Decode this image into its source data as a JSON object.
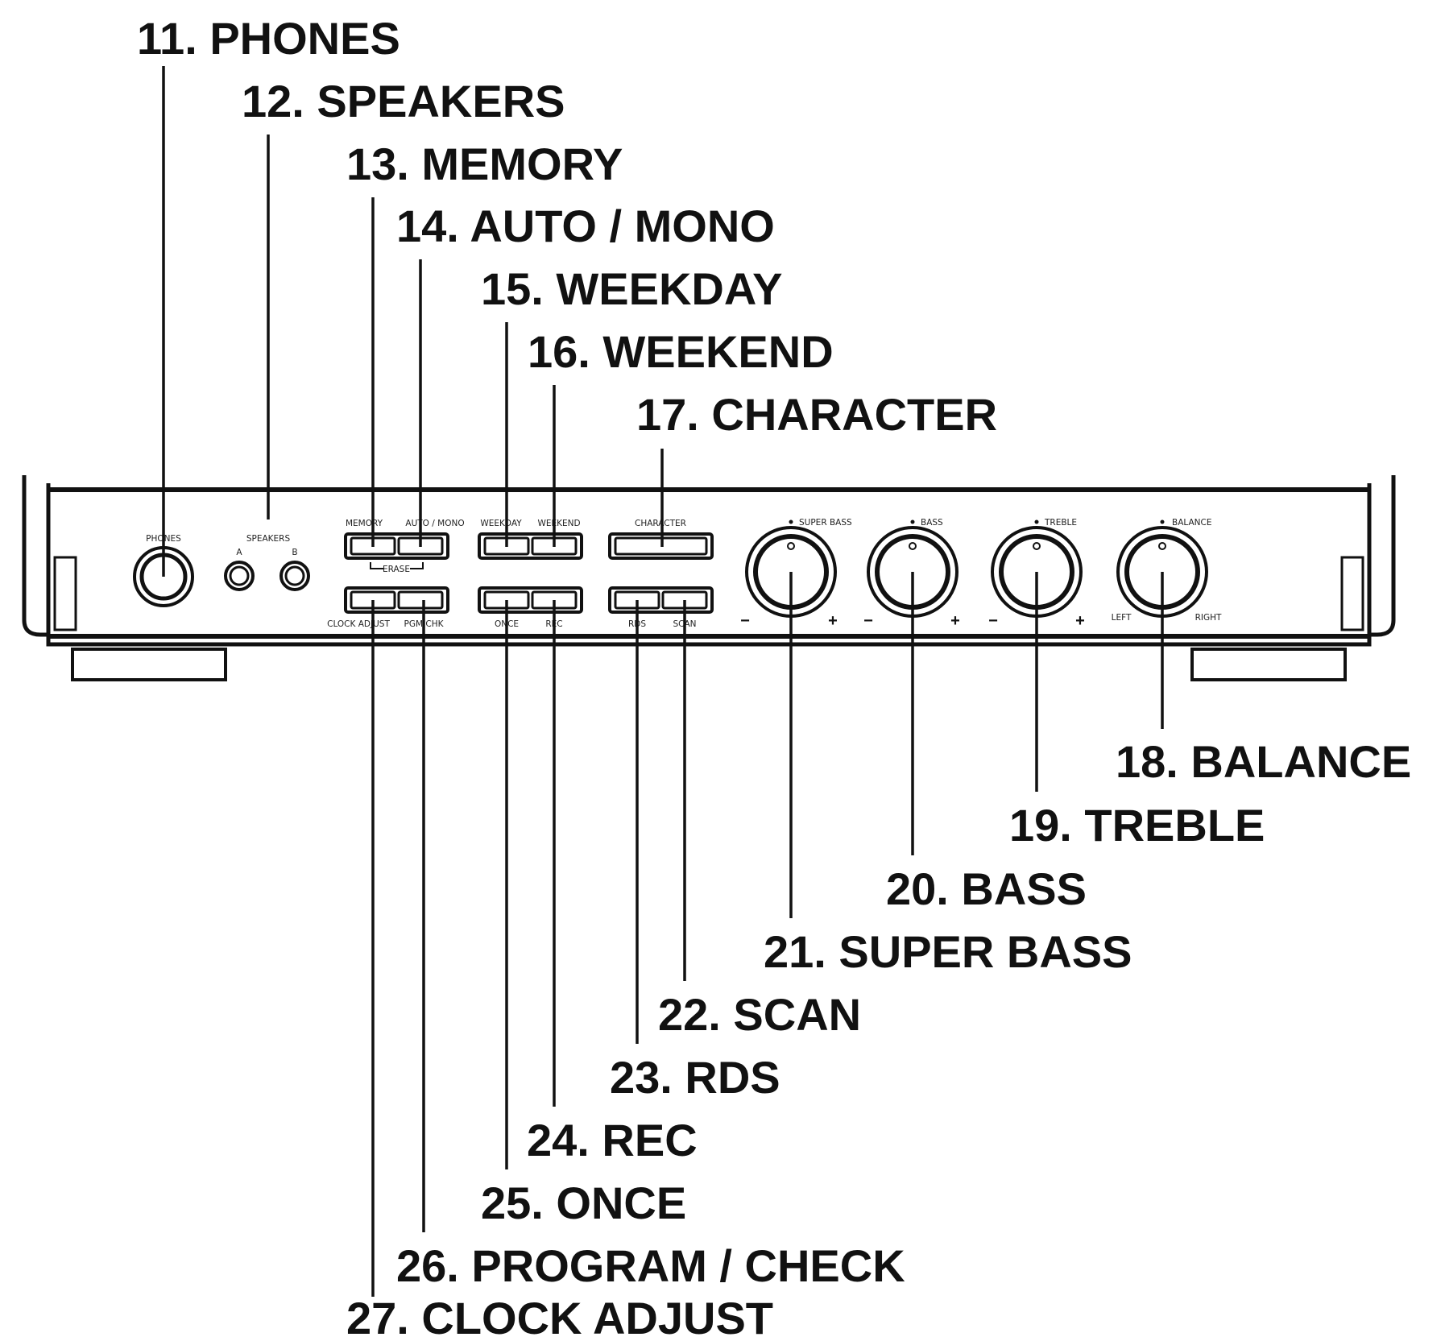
{
  "callouts": {
    "c11": "11.  PHONES",
    "c12": "12.  SPEAKERS",
    "c13": "13.  MEMORY",
    "c14": "14.  AUTO / MONO",
    "c15": "15.  WEEKDAY",
    "c16": "16.  WEEKEND",
    "c17": "17.  CHARACTER",
    "c18": "18.  BALANCE",
    "c19": "19.  TREBLE",
    "c20": "20.  BASS",
    "c21": "21.  SUPER BASS",
    "c22": "22.  SCAN",
    "c23": "23.  RDS",
    "c24": "24.  REC",
    "c25": "25.  ONCE",
    "c26": "26.  PROGRAM / CHECK",
    "c27": "27.  CLOCK ADJUST"
  },
  "panel": {
    "phones": "PHONES",
    "speakers": "SPEAKERS",
    "spk_a": "A",
    "spk_b": "B",
    "memory": "MEMORY",
    "auto_mono": "AUTO / MONO",
    "erase": "ERASE",
    "weekday": "WEEKDAY",
    "weekend": "WEEKEND",
    "character": "CHARACTER",
    "clock_adjust": "CLOCK ADJUST",
    "pgm_chk": "PGM CHK",
    "once": "ONCE",
    "rec": "REC",
    "rds": "RDS",
    "scan": "SCAN",
    "super_bass": "SUPER BASS",
    "bass": "BASS",
    "treble": "TREBLE",
    "balance": "BALANCE",
    "left": "LEFT",
    "right": "RIGHT",
    "minus": "−",
    "plus": "+"
  }
}
